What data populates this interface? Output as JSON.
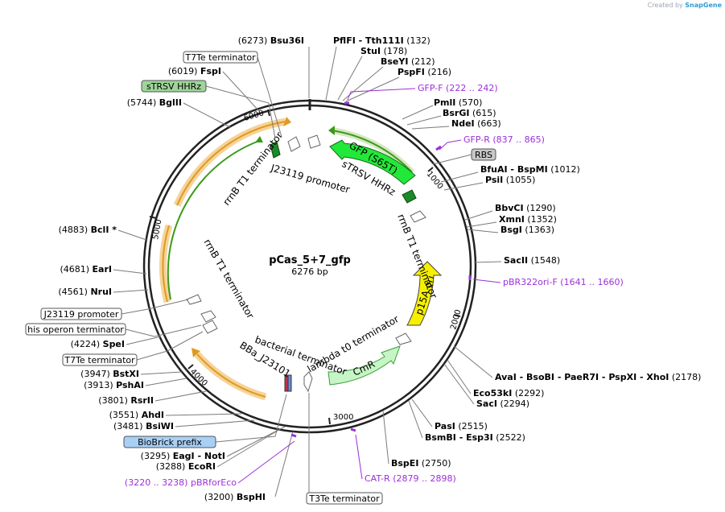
{
  "credit": {
    "prefix": "Created by",
    "brand": "SnapGene"
  },
  "plasmid": {
    "name": "pCas_5+7_gfp",
    "size_label": "6276 bp",
    "length": 6276
  },
  "ticks": [
    {
      "bp": 1000,
      "label": "1000"
    },
    {
      "bp": 2000,
      "label": "2000"
    },
    {
      "bp": 3000,
      "label": "3000"
    },
    {
      "bp": 4000,
      "label": "4000"
    },
    {
      "bp": 5000,
      "label": "5000"
    },
    {
      "bp": 6000,
      "label": "6000"
    }
  ],
  "sites": [
    {
      "pos": "(6273)",
      "name": "Bsu36I",
      "bp": 6273
    },
    {
      "name": "PflFI - Tth111I",
      "pos": "(132)",
      "bp": 132
    },
    {
      "name": "StuI",
      "pos": "(178)",
      "bp": 178
    },
    {
      "name": "BseYI",
      "pos": "(212)",
      "bp": 212
    },
    {
      "name": "PspFI",
      "pos": "(216)",
      "bp": 216
    },
    {
      "name": "PmlI",
      "pos": "(570)",
      "bp": 570
    },
    {
      "name": "BsrGI",
      "pos": "(615)",
      "bp": 615
    },
    {
      "name": "NdeI",
      "pos": "(663)",
      "bp": 663
    },
    {
      "name": "BfuAI - BspMI",
      "pos": "(1012)",
      "bp": 1012
    },
    {
      "name": "PsiI",
      "pos": "(1055)",
      "bp": 1055
    },
    {
      "name": "BbvCI",
      "pos": "(1290)",
      "bp": 1290
    },
    {
      "name": "XmnI",
      "pos": "(1352)",
      "bp": 1352
    },
    {
      "name": "BsgI",
      "pos": "(1363)",
      "bp": 1363
    },
    {
      "name": "SacII",
      "pos": "(1548)",
      "bp": 1548
    },
    {
      "name": "AvaI - BsoBI - PaeR7I - PspXI - XhoI",
      "pos": "(2178)",
      "bp": 2178
    },
    {
      "name": "Eco53kI",
      "pos": "(2292)",
      "bp": 2292
    },
    {
      "name": "SacI",
      "pos": "(2294)",
      "bp": 2294
    },
    {
      "name": "PasI",
      "pos": "(2515)",
      "bp": 2515
    },
    {
      "name": "BsmBI - Esp3I",
      "pos": "(2522)",
      "bp": 2522
    },
    {
      "name": "BspEI",
      "pos": "(2750)",
      "bp": 2750
    },
    {
      "pos": "(3200)",
      "name": "BspHI",
      "bp": 3200
    },
    {
      "pos": "(3288)",
      "name": "EcoRI",
      "bp": 3288
    },
    {
      "pos": "(3295)",
      "name": "EagI - NotI",
      "bp": 3295
    },
    {
      "pos": "(3481)",
      "name": "BsiWI",
      "bp": 3481
    },
    {
      "pos": "(3551)",
      "name": "AhdI",
      "bp": 3551
    },
    {
      "pos": "(3801)",
      "name": "RsrII",
      "bp": 3801
    },
    {
      "pos": "(3913)",
      "name": "PshAI",
      "bp": 3913
    },
    {
      "pos": "(3947)",
      "name": "BstXI",
      "bp": 3947
    },
    {
      "pos": "(4224)",
      "name": "SpeI",
      "bp": 4224
    },
    {
      "pos": "(4561)",
      "name": "NruI",
      "bp": 4561
    },
    {
      "pos": "(4681)",
      "name": "EarI",
      "bp": 4681
    },
    {
      "pos": "(4883)",
      "name": "BclI *",
      "bp": 4883
    },
    {
      "pos": "(5744)",
      "name": "BglII",
      "bp": 5744
    },
    {
      "pos": "(6019)",
      "name": "FspI",
      "bp": 6019
    }
  ],
  "primers": [
    {
      "name": "GFP-F",
      "range": "(222 .. 242)"
    },
    {
      "name": "GFP-R",
      "range": "(837 .. 865)"
    },
    {
      "name": "pBR322ori-F",
      "range": "(1641 .. 1660)"
    },
    {
      "name": "CAT-R",
      "range": "(2879 .. 2898)"
    },
    {
      "name": "pBRforEco",
      "range": "(3220 .. 3238)"
    }
  ],
  "boxed_features": [
    {
      "label": "T7Te terminator",
      "fill": "#ffffff"
    },
    {
      "label": "sTRSV HHRz",
      "fill": "#9fd49a"
    },
    {
      "label": "RBS",
      "fill": "#c8c8c8"
    },
    {
      "label": "J23119 promoter",
      "fill": "#ffffff"
    },
    {
      "label": "his operon terminator",
      "fill": "#ffffff"
    },
    {
      "label": "T7Te terminator",
      "fill": "#ffffff"
    },
    {
      "label": "BioBrick prefix",
      "fill": "#a8d0f5"
    },
    {
      "label": "T3Te terminator",
      "fill": "#ffffff"
    }
  ],
  "inner_features": [
    {
      "label": "GFP (S65T)",
      "color": "#22e83a"
    },
    {
      "label": "sTRSV HHRz",
      "color": "#1a8a2a"
    },
    {
      "label": "rrnB T1 terminator",
      "color": "#ffffff"
    },
    {
      "label": "p15A ori",
      "color": "#f6f000"
    },
    {
      "label": "CmR",
      "color": "#c6f5c6"
    },
    {
      "label": "lambda t0 terminator",
      "color": "#ffffff"
    },
    {
      "label": "bacterial terminator",
      "color": "#ffffff"
    },
    {
      "label": "BBa_J23101",
      "color": "#c0304a"
    },
    {
      "label": "rrnB T1 terminator",
      "color": "#ffffff"
    },
    {
      "label": "rrnB T1 terminator",
      "color": "#ffffff"
    },
    {
      "label": "J23119 promoter",
      "color": "#ffffff"
    }
  ],
  "colors": {
    "primer": "#9b30d9",
    "backbone": "#222222",
    "orange_arc": "#f0a830",
    "green_arc": "#3a9a1a"
  }
}
